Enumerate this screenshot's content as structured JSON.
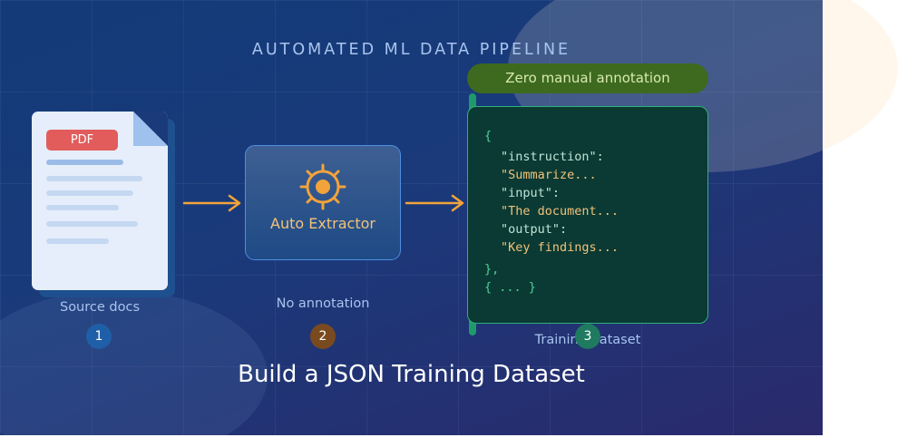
{
  "header": {
    "title": "AUTOMATED ML DATA PIPELINE",
    "main_title": "Build a JSON Training Dataset"
  },
  "source": {
    "pdf_tag": "PDF",
    "label": "Source docs",
    "step": "1"
  },
  "extractor": {
    "label": "Auto Extractor",
    "caption": "No annotation",
    "step": "2"
  },
  "dataset": {
    "badge": "Zero manual annotation",
    "label": "Training dataset",
    "step": "3",
    "code": {
      "open_brace": "{",
      "k1": "\"instruction\":",
      "v1": "\"Summarize...",
      "k2": "\"input\":",
      "v2": "\"The document...",
      "k3": "\"output\":",
      "v3": "\"Key findings...",
      "close_brace": "},",
      "more": "{ ... }"
    }
  },
  "colors": {
    "accent_orange": "#f2a33a",
    "accent_green": "#2fb07d",
    "pdf_red": "#e25c5c",
    "step1": "#1f5fa8",
    "step2": "#7a4a1f",
    "step3": "#1f7a5f"
  }
}
